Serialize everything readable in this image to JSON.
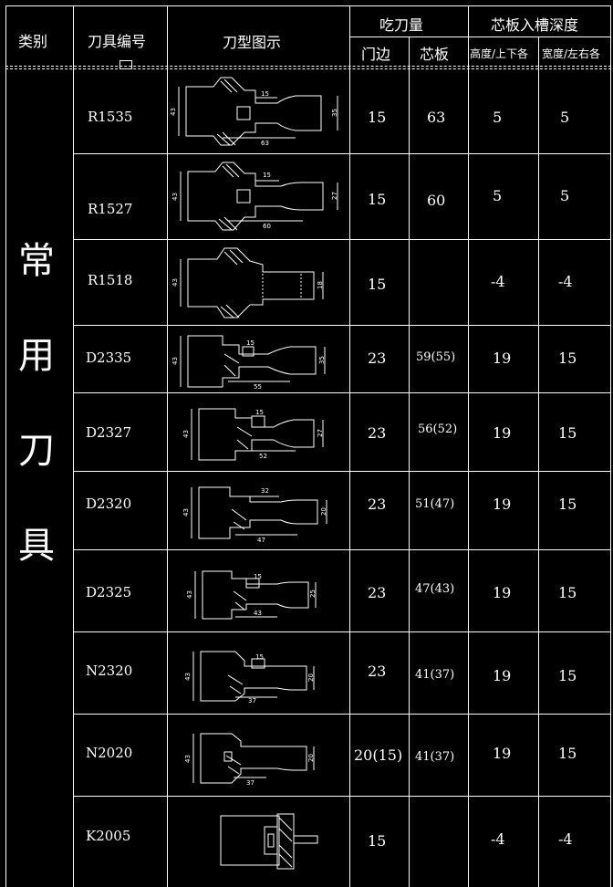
{
  "header": {
    "category": "类别",
    "tool_number": "刀具编号",
    "tool_diagram": "刀型图示",
    "cut_amount": "吃刀量",
    "door_edge": "门边",
    "core_panel": "芯板",
    "groove_depth": "芯板入槽深度",
    "height_each": "高度/上下各",
    "width_each": "宽度/左右各"
  },
  "category_label": [
    "常",
    "用",
    "刀",
    "具"
  ],
  "rows": [
    {
      "code": "R1535",
      "door": "15",
      "core": "63",
      "h": "5",
      "w": "5",
      "dims": {
        "a": "43",
        "b": "15",
        "c": "63",
        "d": "35"
      }
    },
    {
      "code": "R1527",
      "door": "15",
      "core": "60",
      "h": "5",
      "w": "5",
      "dims": {
        "a": "43",
        "b": "15",
        "c": "60",
        "d": "27"
      }
    },
    {
      "code": "R1518",
      "door": "15",
      "core": "",
      "h": "-4",
      "w": "-4",
      "dims": {
        "a": "43",
        "b": "",
        "c": "",
        "d": "18"
      }
    },
    {
      "code": "D2335",
      "door": "23",
      "core": "59(55)",
      "h": "19",
      "w": "15",
      "dims": {
        "a": "43",
        "b": "15",
        "c": "55",
        "d": "35"
      }
    },
    {
      "code": "D2327",
      "door": "23",
      "core": "56(52)",
      "h": "19",
      "w": "15",
      "dims": {
        "a": "43",
        "b": "15",
        "c": "52",
        "d": "27"
      }
    },
    {
      "code": "D2320",
      "door": "23",
      "core": "51(47)",
      "h": "19",
      "w": "15",
      "dims": {
        "a": "43",
        "b": "32",
        "c": "47",
        "d": "20"
      }
    },
    {
      "code": "D2325",
      "door": "23",
      "core": "47(43)",
      "h": "19",
      "w": "15",
      "dims": {
        "a": "43",
        "b": "15",
        "c": "43",
        "d": "25"
      }
    },
    {
      "code": "N2320",
      "door": "23",
      "core": "41(37)",
      "h": "19",
      "w": "15",
      "dims": {
        "a": "43",
        "b": "15",
        "c": "37",
        "d": "20"
      }
    },
    {
      "code": "N2020",
      "door": "20(15)",
      "core": "41(37)",
      "h": "19",
      "w": "15",
      "dims": {
        "a": "43",
        "b": "",
        "c": "37",
        "d": "20"
      }
    },
    {
      "code": "K2005",
      "door": "15",
      "core": "",
      "h": "-4",
      "w": "-4",
      "dims": {
        "a": "",
        "b": "",
        "c": "",
        "d": ""
      }
    }
  ]
}
